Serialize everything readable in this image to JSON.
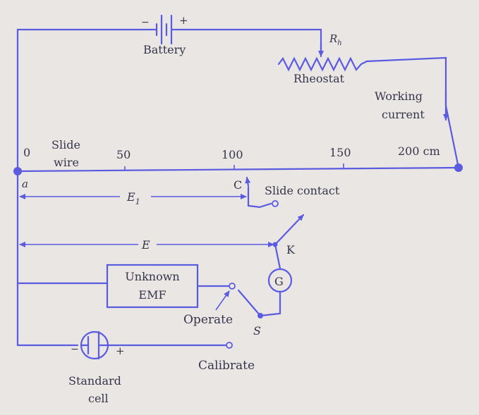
{
  "labels": {
    "battery": "Battery",
    "battery_plus": "+",
    "battery_minus": "−",
    "rh": "R",
    "rh_sub": "h",
    "rheostat": "Rheostat",
    "working": "Working",
    "current": "current",
    "zero": "0",
    "slide": "Slide",
    "wire": "wire",
    "t50": "50",
    "t100": "100",
    "t150": "150",
    "t200": "200 cm",
    "a": "a",
    "c": "C",
    "slide_contact": "Slide contact",
    "e1": "E",
    "e1_sub": "1",
    "e": "E",
    "k": "K",
    "g": "G",
    "unknown": "Unknown",
    "emf": "EMF",
    "operate": "Operate",
    "s": "S",
    "calibrate": "Calibrate",
    "cell_minus": "−",
    "cell_plus": "+",
    "standard": "Standard",
    "cell": "cell"
  },
  "colors": {
    "wire": "#5b5be0",
    "text": "#36364a",
    "paper": "#e9e6e4"
  }
}
